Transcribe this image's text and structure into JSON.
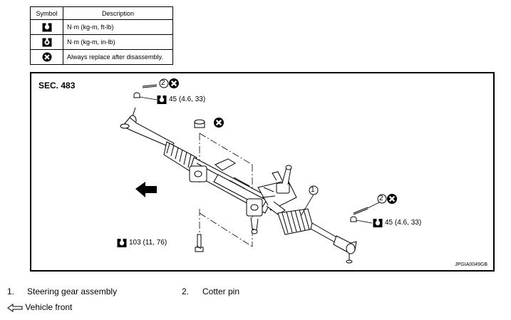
{
  "symbol_table": {
    "header_symbol": "Symbol",
    "header_description": "Description",
    "rows": [
      {
        "icon": "torque-wrench-icon",
        "description": "N·m (kg-m, ft-lb)"
      },
      {
        "icon": "torque-wrench-inlb-icon",
        "description": "N·m (kg-m, in-lb)"
      },
      {
        "icon": "replace-part-icon",
        "description": "Always replace after disassembly."
      }
    ]
  },
  "figure": {
    "section": "SEC. 483",
    "code": "JPGIA0049GB",
    "callouts": {
      "cotter_pin_top_number": "2",
      "cotter_pin_right_number": "2",
      "gear_assembly_number": "1",
      "torque_top": "45 (4.6, 33)",
      "torque_right": "45 (4.6, 33)",
      "torque_bolt": "103 (11, 76)"
    }
  },
  "legend": {
    "item1_num": "1.",
    "item1_text": "Steering gear assembly",
    "item2_num": "2.",
    "item2_text": "Cotter pin",
    "front": "Vehicle front"
  },
  "colors": {
    "line": "#000000",
    "background": "#ffffff"
  }
}
